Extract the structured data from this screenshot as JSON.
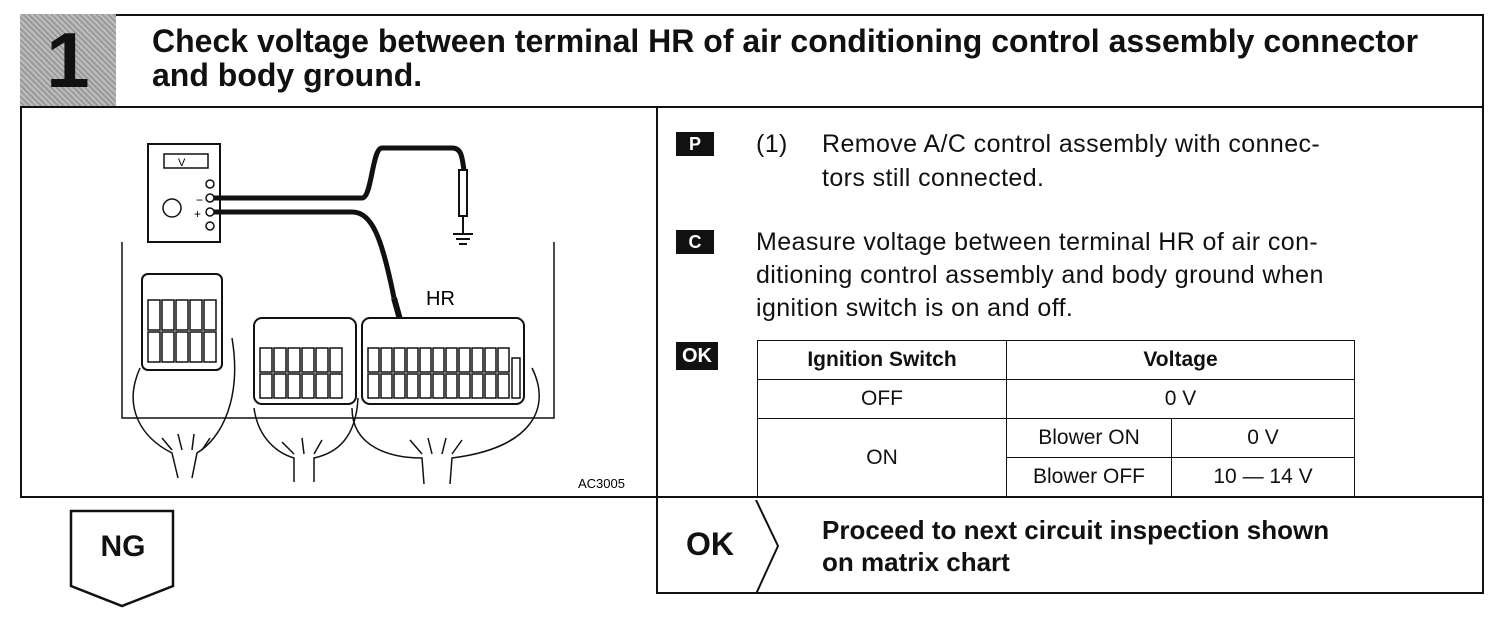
{
  "step": {
    "number": "1",
    "title": "Check voltage between terminal HR of air conditioning control assembly connector and body ground."
  },
  "figure": {
    "meter_label": "V",
    "terminal_label": "HR",
    "figure_code": "AC3005"
  },
  "instructions": {
    "prep_tag": "P",
    "prep_number": "(1)",
    "prep_line1": "Remove A/C control assembly with connec-",
    "prep_line2": "tors still connected.",
    "check_tag": "C",
    "check_line1": "Measure voltage between terminal HR of air con-",
    "check_line2": "ditioning control assembly and body ground when",
    "check_line3": "ignition switch is on and off.",
    "ok_tag": "OK"
  },
  "table": {
    "headers": [
      "Ignition Switch",
      "Voltage"
    ],
    "off_label": "OFF",
    "off_value": "0 V",
    "on_label": "ON",
    "rows": [
      {
        "condition": "Blower ON",
        "value": "0 V"
      },
      {
        "condition": "Blower OFF",
        "value": "10 — 14 V"
      }
    ]
  },
  "results": {
    "ng_label": "NG",
    "ok_label": "OK",
    "ok_line1": "Proceed to next circuit inspection shown",
    "ok_line2": "on matrix chart"
  }
}
